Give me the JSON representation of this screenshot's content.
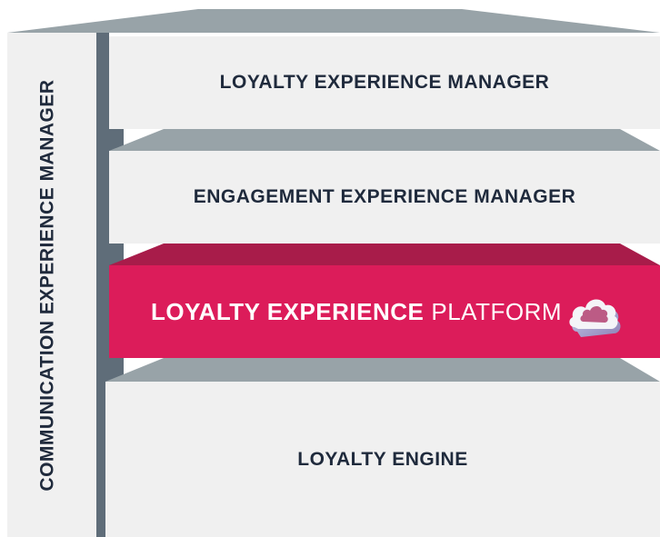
{
  "diagram": {
    "side_column": {
      "label": "COMMUNICATION EXPERIENCE MANAGER"
    },
    "layers": [
      {
        "id": "loyalty-experience-manager",
        "label": "LOYALTY EXPERIENCE MANAGER"
      },
      {
        "id": "engagement-experience-manager",
        "label": "ENGAGEMENT EXPERIENCE MANAGER"
      },
      {
        "id": "loyalty-experience-platform",
        "label_strong": "LOYALTY EXPERIENCE",
        "label_light": "PLATFORM",
        "icon": "cloud-icon"
      },
      {
        "id": "loyalty-engine",
        "label": "LOYALTY ENGINE"
      }
    ]
  },
  "colors": {
    "panel_face": "#f0f0f0",
    "panel_top": "#98a3a8",
    "pillar": "#5f6d79",
    "highlight_face": "#dc1c5a",
    "highlight_top": "#a81c4a",
    "text_dark": "#1f2a3c",
    "text_light": "#ffffff"
  }
}
